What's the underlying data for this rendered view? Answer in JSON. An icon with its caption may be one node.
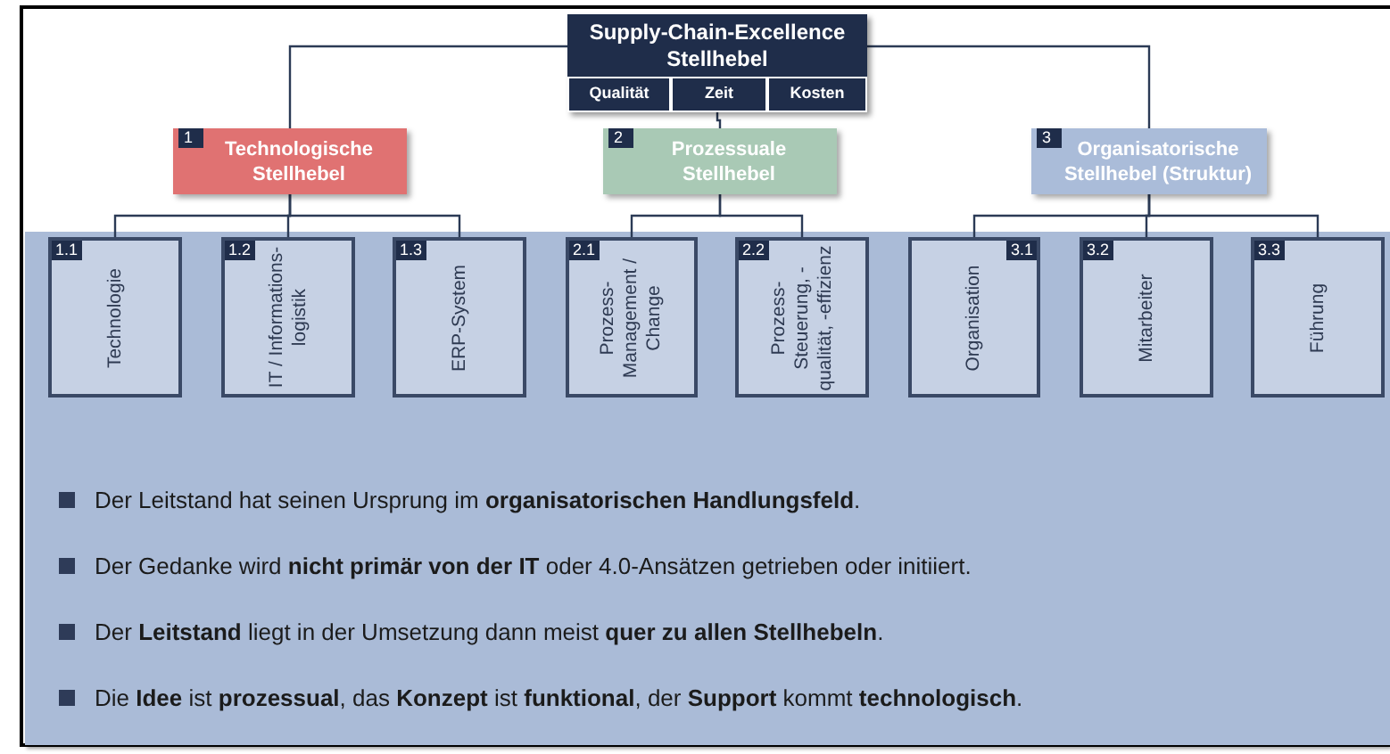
{
  "diagram": {
    "nodes": [
      {
        "text": [
          "Supply-Chain-Excellence Stellhebel"
        ]
      },
      {
        "text": [
          "Qualität"
        ],
        "in": 0
      },
      {
        "text": [
          "Zeit"
        ],
        "in": 0
      },
      {
        "text": [
          "Kosten"
        ],
        "in": 0
      },
      {
        "text": [
          "1",
          "Technologische Stellhebel"
        ]
      },
      {
        "text": [
          "2",
          "Prozessuale Stellhebel"
        ]
      },
      {
        "text": [
          "3",
          "Organisatorische Stellhebel (Struktur)"
        ]
      },
      {
        "text": [],
        "shape": "box"
      },
      {
        "text": [
          "1.1",
          "Technologie"
        ],
        "in": 7
      },
      {
        "text": [
          "1.2",
          "IT / Informations-logistik"
        ],
        "in": 7
      },
      {
        "text": [
          "1.3",
          "ERP-System"
        ],
        "in": 7
      },
      {
        "text": [
          "2.1",
          "Prozess-Management / Change"
        ],
        "in": 7
      },
      {
        "text": [
          "2.2",
          "Prozess-Steuerung, -qualität, -effizienz"
        ],
        "in": 7
      },
      {
        "text": [
          "3.1",
          "Organisation"
        ],
        "in": 7
      },
      {
        "text": [
          "3.2",
          "Mitarbeiter"
        ],
        "in": 7
      },
      {
        "text": [
          "3.3",
          "Führung"
        ],
        "in": 7
      }
    ],
    "edges": [
      {
        "from": 0,
        "to": 4,
        "arrow": "none"
      },
      {
        "from": 0,
        "to": 5,
        "arrow": "none"
      },
      {
        "from": 0,
        "to": 6,
        "arrow": "none"
      },
      {
        "from": 4,
        "to": 8,
        "arrow": "none"
      },
      {
        "from": 4,
        "to": 9,
        "arrow": "none"
      },
      {
        "from": 4,
        "to": 10,
        "arrow": "none"
      },
      {
        "from": 5,
        "to": 11,
        "arrow": "none"
      },
      {
        "from": 5,
        "to": 12,
        "arrow": "none"
      },
      {
        "from": 6,
        "to": 13,
        "arrow": "none"
      },
      {
        "from": 6,
        "to": 14,
        "arrow": "none"
      },
      {
        "from": 6,
        "to": 15,
        "arrow": "none"
      }
    ],
    "labels": [
      "Der Leitstand hat seinen Ursprung im **organisatorischen Handlungsfeld**.",
      "Der Gedanke wird **nicht primär von der IT** oder 4.0-Ansätzen getrieben oder initiiert.",
      "Der **Leitstand** liegt in der Umsetzung dann meist **quer zu allen Stellhebeln**.",
      "Die **Idee** ist **prozessual**, das **Konzept** ist **funktional**, der **Support** kommt **technologisch**."
    ]
  }
}
